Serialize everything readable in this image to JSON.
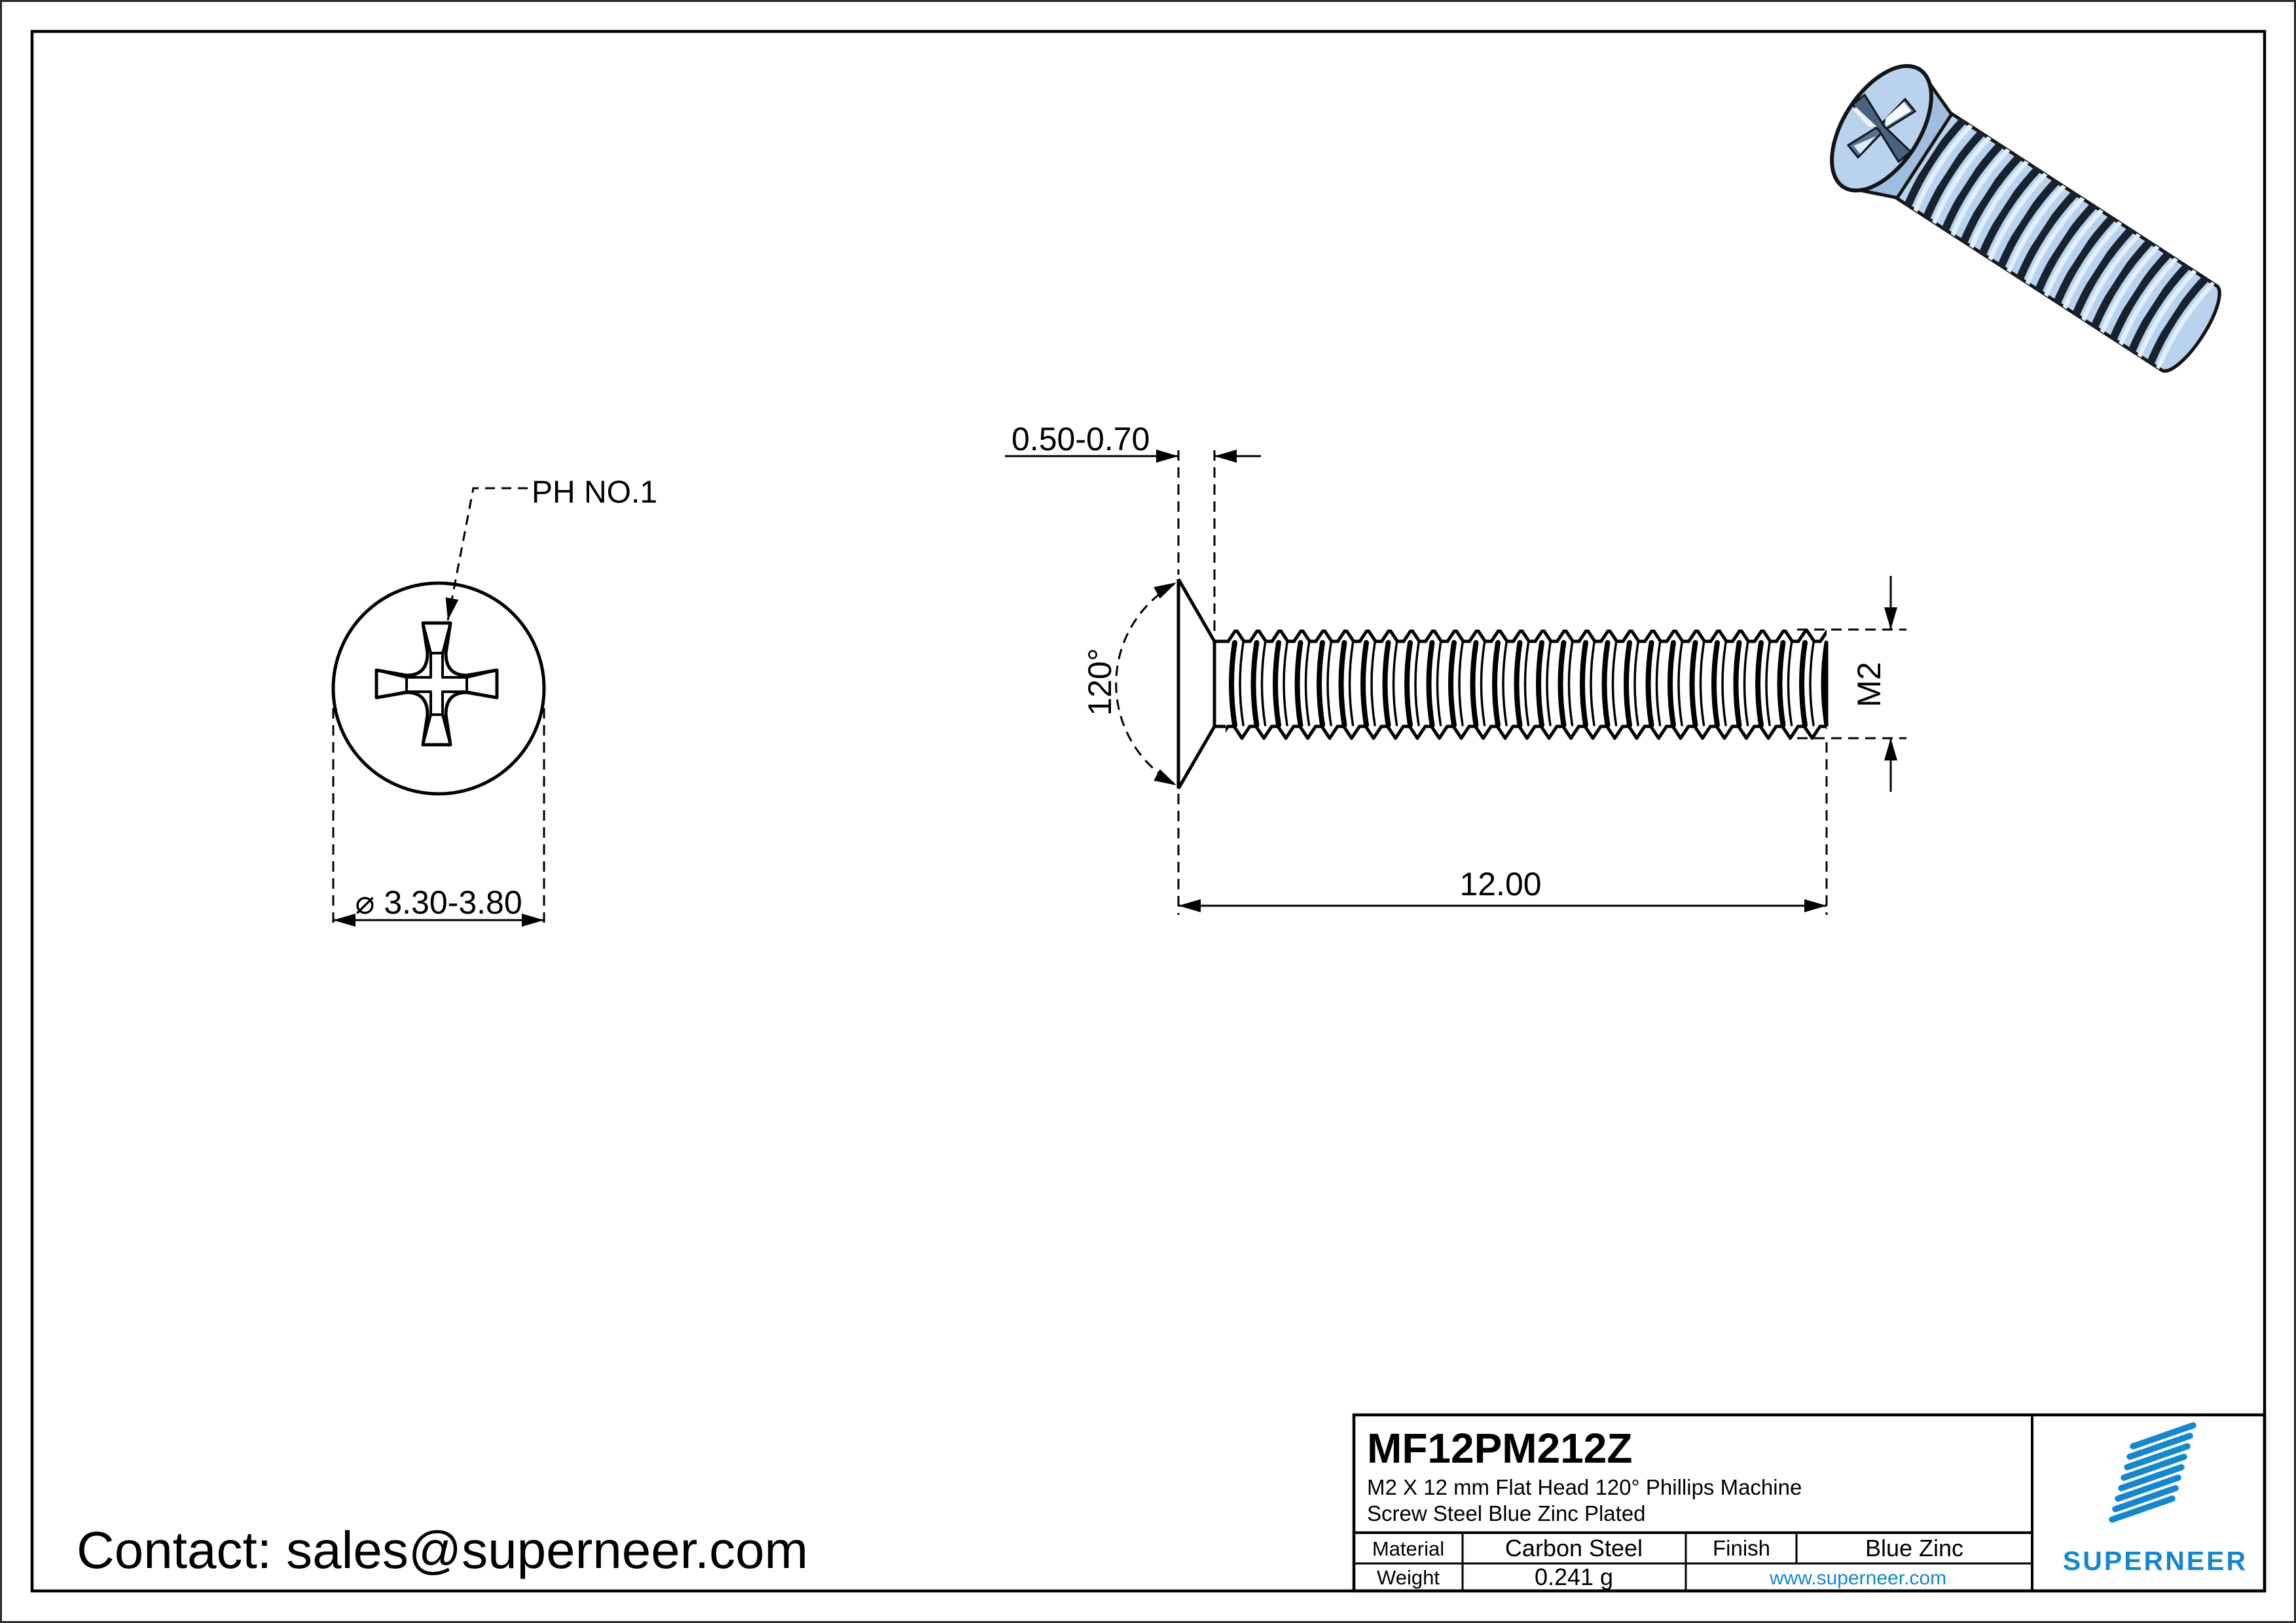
{
  "views": {
    "head_view": {
      "drive_label": "PH NO.1",
      "diameter_dim": "⌀ 3.30-3.80"
    },
    "side_view": {
      "head_height_dim": "0.50-0.70",
      "countersink_angle_dim": "120°",
      "thread_size_dim": "M2",
      "length_dim": "12.00"
    }
  },
  "contact": {
    "text": "Contact: sales@superneer.com"
  },
  "title_block": {
    "part_number": "MF12PM212Z",
    "description_line1": "M2 X 12 mm  Flat Head 120° Phillips Machine",
    "description_line2": "Screw Steel Blue Zinc Plated",
    "material_label": "Material",
    "material_value": "Carbon Steel",
    "finish_label": "Finish",
    "finish_value": "Blue Zinc",
    "weight_label": "Weight",
    "weight_value": "0.241 g",
    "website": "www.superneer.com",
    "brand_name": "SUPERNEER"
  },
  "colors": {
    "accent_blue": "#1487cf",
    "screw_body_blue": "#b9d3ef",
    "line_black": "#000000"
  }
}
